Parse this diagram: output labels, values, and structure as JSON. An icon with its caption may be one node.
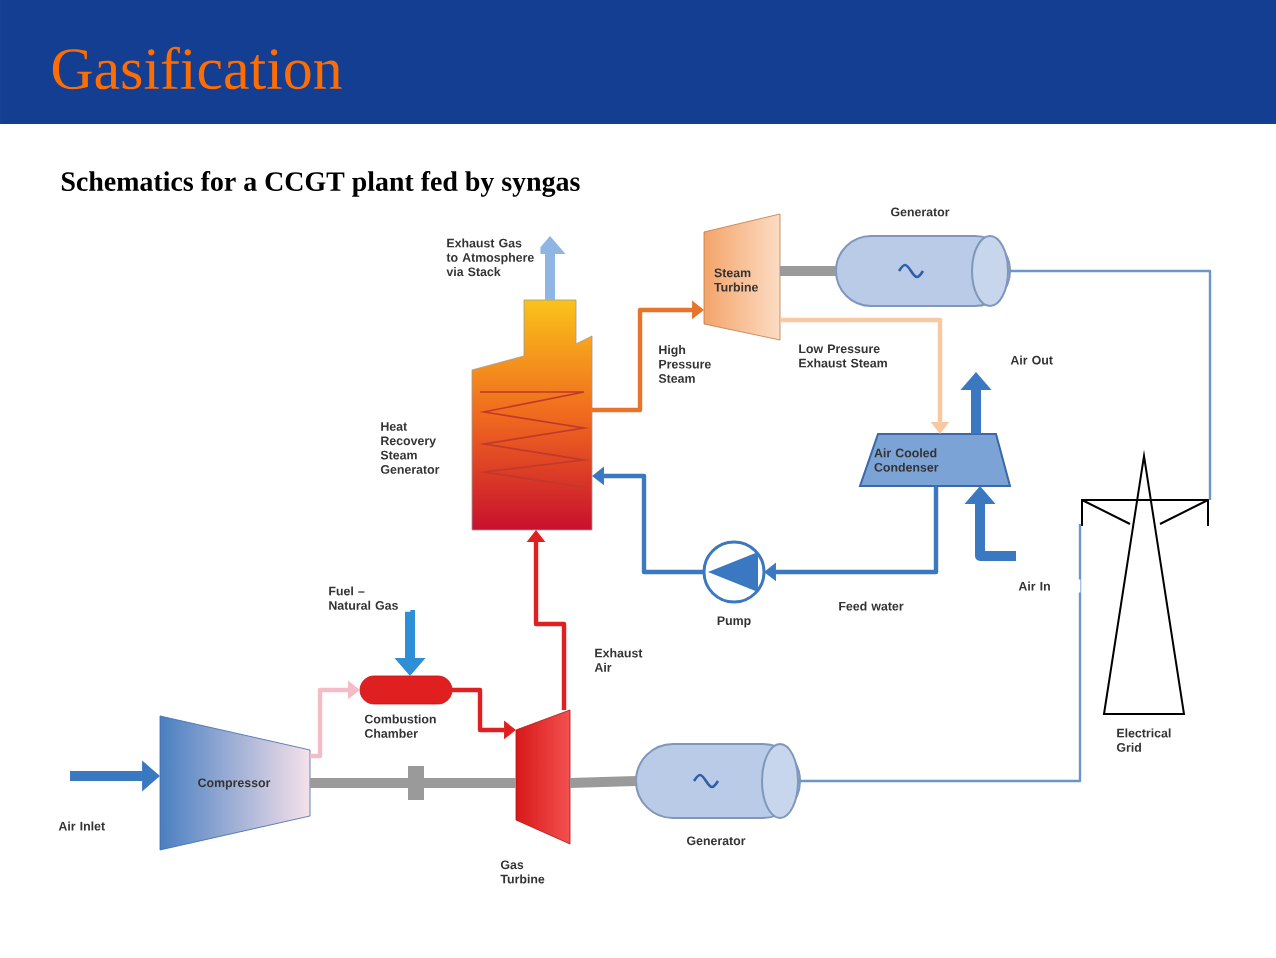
{
  "diagram": {
    "title": "Gasification",
    "nodes": [
      {
        "text": [
          "Compressor"
        ]
      },
      {
        "text": [
          "Combustion Chamber"
        ]
      },
      {
        "text": [
          "Gas Turbine"
        ]
      },
      {
        "text": [
          "Generator"
        ]
      },
      {
        "text": [
          "Heat Recovery Steam Generator"
        ]
      },
      {
        "text": [
          "Steam Turbine"
        ]
      },
      {
        "text": [
          "Generator"
        ]
      },
      {
        "text": [
          "Air Cooled Condenser"
        ]
      },
      {
        "text": [
          "Pump"
        ]
      },
      {
        "text": [
          "Electrical Grid"
        ]
      }
    ],
    "edges": [
      {
        "from": 0,
        "to": 1,
        "arrow": "to",
        "color": "#f4bcc8"
      },
      {
        "from": 1,
        "to": 2,
        "arrow": "to",
        "color": "#e02020"
      },
      {
        "from": 2,
        "to": 4,
        "arrow": "to",
        "label": "Exhaust Air",
        "color": "#e02020"
      },
      {
        "from": 4,
        "to": 5,
        "arrow": "to",
        "label": "High Pressure Steam",
        "color": "#e8732a"
      },
      {
        "from": 5,
        "to": 7,
        "arrow": "to",
        "label": "Low Pressure Exhaust Steam",
        "color": "#f8c8a0"
      },
      {
        "from": 7,
        "to": 8,
        "arrow": "to",
        "label": "Feed water",
        "color": "#3b78c2"
      },
      {
        "from": 8,
        "to": 4,
        "arrow": "to",
        "color": "#3b78c2"
      },
      {
        "from": 6,
        "to": 9,
        "arrow": "none",
        "color": "#6c95c9"
      },
      {
        "from": 3,
        "to": 9,
        "arrow": "none",
        "color": "#6c95c9"
      },
      {
        "from": 0,
        "to": 2,
        "arrow": "none",
        "style": "thick",
        "color": "#9a9a9a"
      },
      {
        "from": 2,
        "to": 3,
        "arrow": "none",
        "style": "thick",
        "color": "#9a9a9a"
      },
      {
        "from": 5,
        "to": 6,
        "arrow": "none",
        "style": "thick",
        "color": "#9a9a9a"
      },
      {
        "from": null,
        "to": 0,
        "arrow": "to",
        "label": "Air Inlet",
        "style": "thick",
        "color": "#3b78c2"
      },
      {
        "from": null,
        "to": 1,
        "arrow": "to",
        "label": "Fuel – Natural Gas",
        "style": "thick",
        "color": "#2f8fd6"
      },
      {
        "from": 4,
        "to": null,
        "arrow": "to",
        "label": "Exhaust Gas to Atmosphere via Stack",
        "style": "thick",
        "color": "#8fb6e2"
      },
      {
        "from": 7,
        "to": null,
        "arrow": "to",
        "label": "Air Out",
        "style": "thick",
        "color": "#3b78c2"
      },
      {
        "from": null,
        "to": 7,
        "arrow": "to",
        "label": "Air In",
        "style": "thick",
        "color": "#3b78c2"
      }
    ],
    "labels": [
      "Schematics for a CCGT plant fed by syngas"
    ]
  }
}
